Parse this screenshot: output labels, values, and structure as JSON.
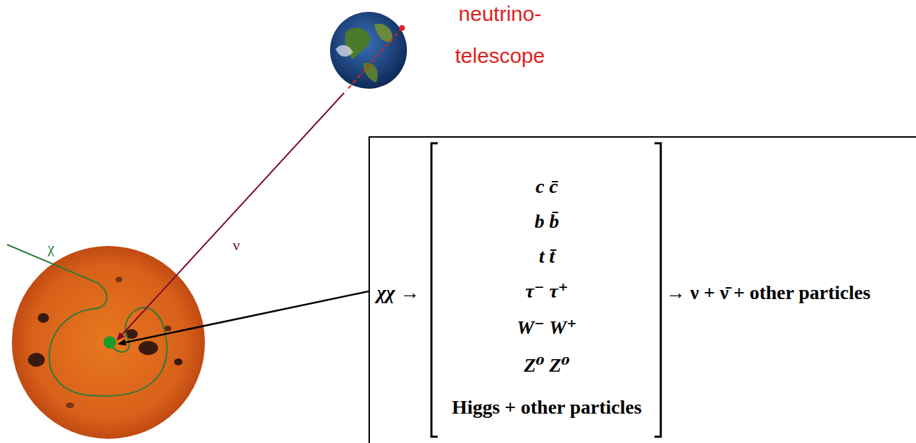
{
  "diagram": {
    "nodes": [
      {
        "text": [
          "χχ →",
          "c c̄",
          "b b̄",
          "t t̄",
          "τ⁻ τ⁺",
          "W⁻ W⁺",
          "Z⁰ Z⁰",
          "Higgs + other particles",
          "→ ν + ν̄ + other particles"
        ]
      }
    ],
    "labels": [
      "neutrino- telescope",
      "ν",
      "χ"
    ]
  }
}
